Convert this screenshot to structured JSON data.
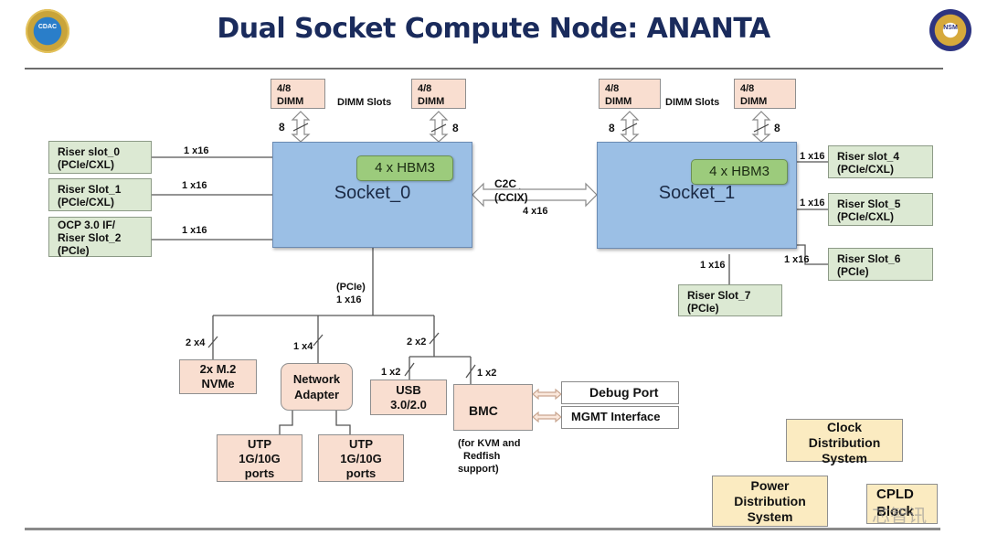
{
  "title": "Dual Socket Compute Node: ANANTA",
  "logos": {
    "left": "CDAC",
    "right": "NSM"
  },
  "dimm_label": "DIMM Slots",
  "dimm_box": [
    "4/8",
    "DIMM"
  ],
  "dimm_bus": "8",
  "sockets": [
    {
      "name": "Socket_0",
      "memory": "4 x HBM3"
    },
    {
      "name": "Socket_1",
      "memory": "4 x HBM3"
    }
  ],
  "interconnect": {
    "name": "C2C",
    "protocol": "(CCIX)",
    "width": "4 x16"
  },
  "left_risers": [
    {
      "line1": "Riser slot_0",
      "line2": "(PCIe/CXL)",
      "link": "1 x16"
    },
    {
      "line1": "Riser Slot_1",
      "line2": "(PCIe/CXL)",
      "link": "1 x16"
    },
    {
      "line1": "OCP 3.0 IF/",
      "line2": "Riser Slot_2",
      "line3": "(PCIe)",
      "link": "1 x16"
    }
  ],
  "right_risers": [
    {
      "line1": "Riser slot_4",
      "line2": "(PCIe/CXL)",
      "link": "1 x16"
    },
    {
      "line1": "Riser Slot_5",
      "line2": "(PCIe/CXL)",
      "link": "1 x16"
    },
    {
      "line1": "Riser Slot_6",
      "line2": "(PCIe)",
      "link": "1 x16"
    },
    {
      "line1": "Riser Slot_7",
      "line2": "(PCIe)",
      "link": "1 x16"
    }
  ],
  "pcie_trunk": {
    "type": "(PCIe)",
    "width": "1 x16"
  },
  "peripherals": {
    "nvme": {
      "line1": "2x M.2",
      "line2": "NVMe",
      "link": "2 x4"
    },
    "network": {
      "line1": "Network",
      "line2": "Adapter",
      "link": "1 x4"
    },
    "usb_bmc_bus": "2 x2",
    "usb": {
      "line1": "USB",
      "line2": "3.0/2.0",
      "link": "1 x2"
    },
    "bmc": {
      "name": "BMC",
      "link": "1 x2",
      "note": [
        "(for KVM and",
        "Redfish",
        "support)"
      ]
    },
    "utp": [
      "UTP",
      "1G/10G",
      "ports"
    ],
    "debug_port": "Debug Port",
    "mgmt_interface": "MGMT Interface"
  },
  "system_blocks": {
    "clock": [
      "Clock",
      "Distribution",
      "System"
    ],
    "power": [
      "Power",
      "Distribution",
      "System"
    ],
    "cpld": [
      "CPLD",
      "Block"
    ]
  },
  "watermark": "芯智讯"
}
